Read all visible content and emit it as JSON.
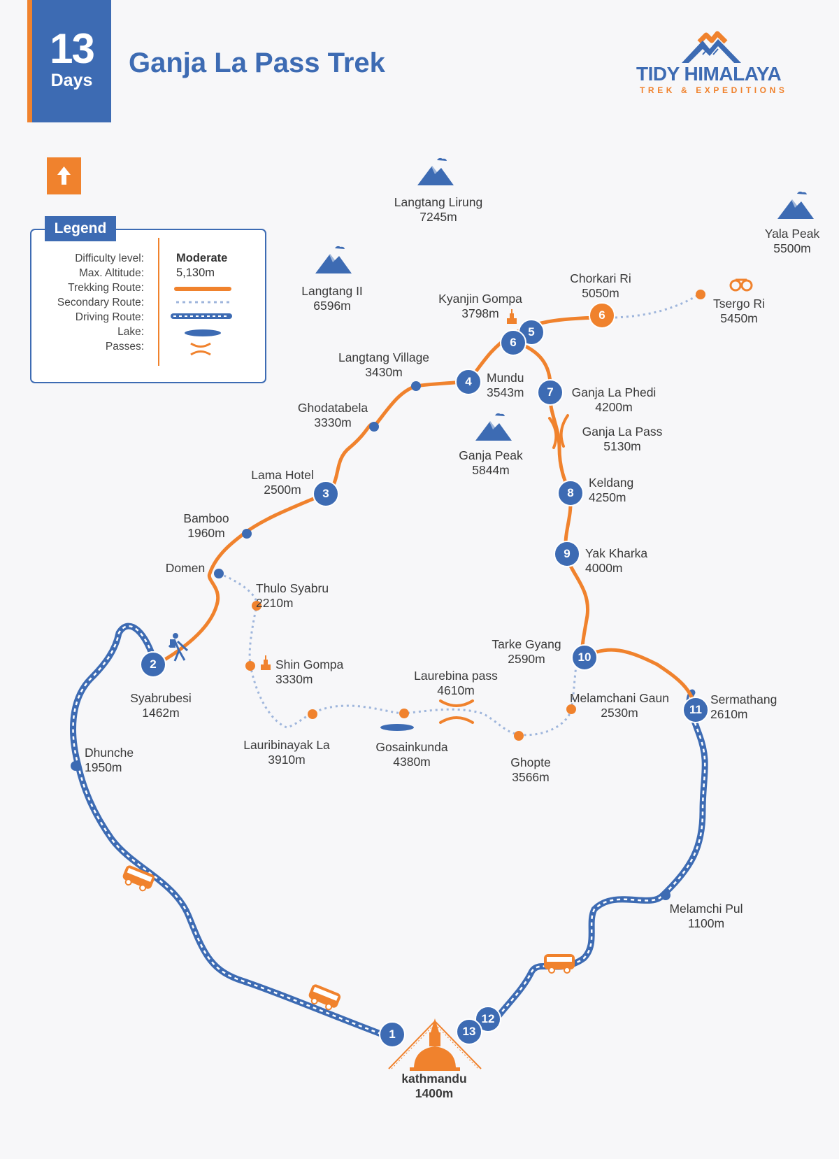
{
  "header": {
    "days_number": "13",
    "days_word": "Days",
    "title": "Ganja La Pass Trek"
  },
  "brand": {
    "name": "TIDY HIMALAYA",
    "tagline": "TREK & EXPEDITIONS"
  },
  "colors": {
    "primary_blue": "#3d6bb3",
    "accent_orange": "#f0822d",
    "secondary_route": "#9fb6dc",
    "background": "#f7f7f9"
  },
  "legend": {
    "title": "Legend",
    "rows": [
      {
        "label": "Difficulty level:",
        "value": "Moderate"
      },
      {
        "label": "Max. Altitude:",
        "value": "5,130m"
      },
      {
        "label": "Trekking Route:",
        "symbol": "solid-orange-line"
      },
      {
        "label": "Secondary Route:",
        "symbol": "dotted-light-blue-line"
      },
      {
        "label": "Driving Route:",
        "symbol": "blue-dashed-road"
      },
      {
        "label": "Lake:",
        "symbol": "blue-lake-shape"
      },
      {
        "label": "Passes:",
        "symbol": "orange-pass-icon"
      }
    ]
  },
  "north_arrow": {
    "icon": "north-arrow-icon"
  },
  "peaks": [
    {
      "name": "Langtang Lirung",
      "altitude": "7245m"
    },
    {
      "name": "Yala Peak",
      "altitude": "5500m"
    },
    {
      "name": "Langtang II",
      "altitude": "6596m"
    },
    {
      "name": "Ganja Peak",
      "altitude": "5844m"
    }
  ],
  "places": [
    {
      "name": "Chorkari Ri",
      "altitude": "5050m"
    },
    {
      "name": "Tsergo Ri",
      "altitude": "5450m"
    },
    {
      "name": "Kyanjin Gompa",
      "altitude": "3798m"
    },
    {
      "name": "Langtang Village",
      "altitude": "3430m"
    },
    {
      "name": "Mundu",
      "altitude": "3543m"
    },
    {
      "name": "Ganja La Phedi",
      "altitude": "4200m"
    },
    {
      "name": "Ganja La Pass",
      "altitude": "5130m"
    },
    {
      "name": "Ghodatabela",
      "altitude": "3330m"
    },
    {
      "name": "Lama Hotel",
      "altitude": "2500m"
    },
    {
      "name": "Keldang",
      "altitude": "4250m"
    },
    {
      "name": "Bamboo",
      "altitude": "1960m"
    },
    {
      "name": "Yak Kharka",
      "altitude": "4000m"
    },
    {
      "name": "Domen",
      "altitude": ""
    },
    {
      "name": "Thulo Syabru",
      "altitude": "2210m"
    },
    {
      "name": "Tarke Gyang",
      "altitude": "2590m"
    },
    {
      "name": "Shin Gompa",
      "altitude": "3330m"
    },
    {
      "name": "Laurebina pass",
      "altitude": "4610m"
    },
    {
      "name": "Melamchani Gaun",
      "altitude": "2530m"
    },
    {
      "name": "Syabrubesi",
      "altitude": "1462m"
    },
    {
      "name": "Sermathang",
      "altitude": "2610m"
    },
    {
      "name": "Lauribinayak La",
      "altitude": "3910m"
    },
    {
      "name": "Gosainkunda",
      "altitude": "4380m"
    },
    {
      "name": "Ghopte",
      "altitude": "3566m"
    },
    {
      "name": "Dhunche",
      "altitude": "1950m"
    },
    {
      "name": "Melamchi Pul",
      "altitude": "1100m"
    },
    {
      "name": "kathmandu",
      "altitude": "1400m"
    }
  ],
  "stops": [
    "1",
    "2",
    "3",
    "4",
    "5",
    "6",
    "6",
    "7",
    "8",
    "9",
    "10",
    "11",
    "12",
    "13"
  ]
}
